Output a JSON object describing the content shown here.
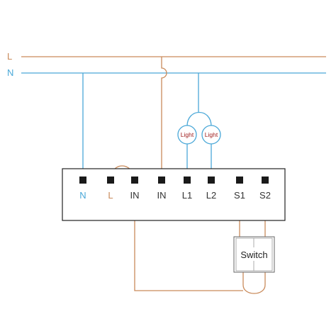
{
  "colors": {
    "live": "#c98a5a",
    "neutral": "#4aa8d8",
    "box": "#222222",
    "terminal": "#1a1a1a",
    "text_dark": "#333333",
    "light_text": "#a02020"
  },
  "lines": {
    "live_label": "L",
    "neutral_label": "N"
  },
  "terminals": [
    {
      "label": "N",
      "color": "#4aa8d8"
    },
    {
      "label": "L",
      "color": "#c98a5a"
    },
    {
      "label": "IN",
      "color": "#333333"
    },
    {
      "label": "IN",
      "color": "#333333"
    },
    {
      "label": "L1",
      "color": "#333333"
    },
    {
      "label": "L2",
      "color": "#333333"
    },
    {
      "label": "S1",
      "color": "#333333"
    },
    {
      "label": "S2",
      "color": "#333333"
    }
  ],
  "lights": [
    {
      "label": "Light"
    },
    {
      "label": "Light"
    }
  ],
  "switch": {
    "label": "Switch"
  }
}
